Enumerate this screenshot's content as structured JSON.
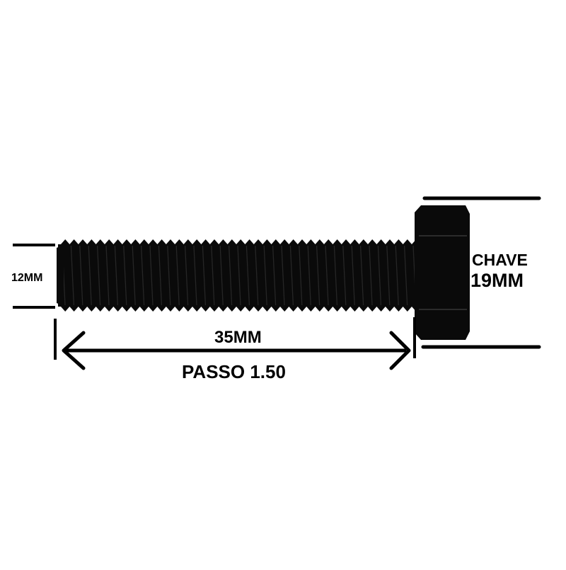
{
  "labels": {
    "diameter": "12MM",
    "length": "35MM",
    "pitch": "PASSO 1.50",
    "wrench_label": "CHAVE",
    "wrench_value": "19MM"
  },
  "specs": {
    "diameter_mm": 12,
    "length_mm": 35,
    "thread_pitch_mm": 1.5,
    "wrench_size_mm": 19
  },
  "colors": {
    "bolt": "#0a0a0a",
    "lines": "#000000",
    "background": "#ffffff"
  }
}
